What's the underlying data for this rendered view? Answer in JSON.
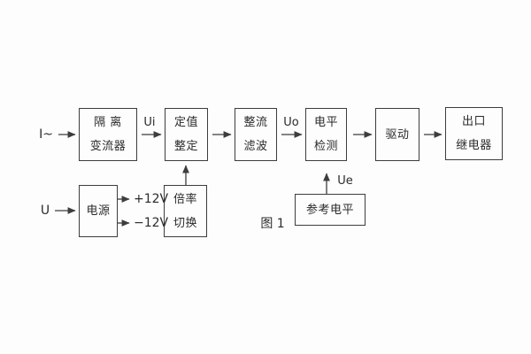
{
  "figure": {
    "caption": "图 1",
    "colors": {
      "line": "#3d3d3d",
      "text": "#2b2b2b",
      "background": "#fdfdfd"
    },
    "blocks": [
      {
        "id": "isolation-transformer",
        "lines": [
          "隔 离",
          "变流器"
        ]
      },
      {
        "id": "setting-adjustment",
        "lines": [
          "定值",
          "整定"
        ]
      },
      {
        "id": "rectifier-filter",
        "lines": [
          "整流",
          "滤波"
        ]
      },
      {
        "id": "level-detection",
        "lines": [
          "电平",
          "检测"
        ]
      },
      {
        "id": "driver",
        "lines": [
          "驱动"
        ]
      },
      {
        "id": "output-relay",
        "lines": [
          "出口",
          "继电器"
        ]
      },
      {
        "id": "power-supply",
        "lines": [
          "电源"
        ]
      },
      {
        "id": "multiplier-switch",
        "lines": [
          "倍率",
          "切换"
        ]
      },
      {
        "id": "reference-level",
        "lines": [
          "参考电平"
        ]
      }
    ],
    "labels": {
      "input_current": "I~",
      "input_voltage": "U",
      "ui": "Ui",
      "uo": "Uo",
      "ue": "Ue",
      "plus12v": "+12V",
      "minus12v": "−12V"
    }
  }
}
